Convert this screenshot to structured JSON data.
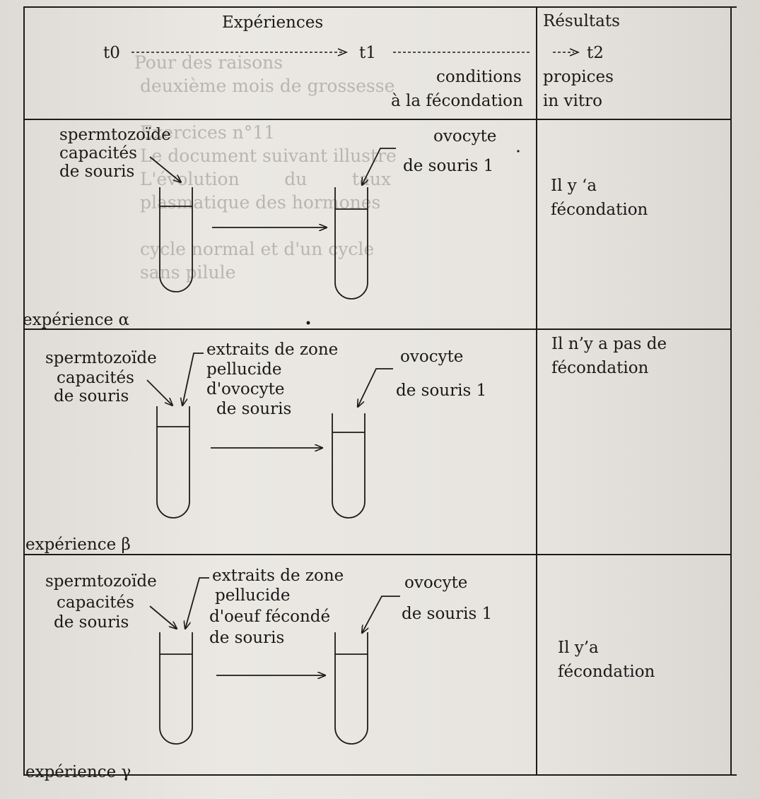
{
  "header": {
    "experiences_title": "Expériences",
    "results_title": "Résultats",
    "timeline": {
      "t0": "t0",
      "t1": "t1",
      "t2": "t2"
    },
    "conditions_line1": "conditions",
    "conditions_line2": "à la fécondation",
    "propices_line1": "propices",
    "propices_line2": "in vitro"
  },
  "experiments": [
    {
      "label": "expérience α",
      "sperm": [
        "spermtozoïde",
        "capacités",
        "de souris"
      ],
      "extract": [],
      "ovocyte": [
        "ovocyte",
        "de souris 1"
      ],
      "result": [
        "Il y ‘a",
        "fécondation"
      ]
    },
    {
      "label": "expérience β",
      "sperm": [
        "spermtozoïde",
        "capacités",
        "de souris"
      ],
      "extract": [
        "extraits de zone",
        "pellucide",
        "d'ovocyte",
        "de souris"
      ],
      "ovocyte": [
        "ovocyte",
        "de souris 1"
      ],
      "result": [
        "Il  n’y  a  pas  de",
        "fécondation"
      ]
    },
    {
      "label": "expérience γ",
      "sperm": [
        "spermtozoïde",
        "capacités",
        "de souris"
      ],
      "extract": [
        "extraits de zone",
        "pellucide",
        "d'oeuf fécondé",
        "de souris"
      ],
      "ovocyte": [
        "ovocyte",
        "de souris 1"
      ],
      "result": [
        "Il y’a",
        "fécondation"
      ]
    }
  ]
}
